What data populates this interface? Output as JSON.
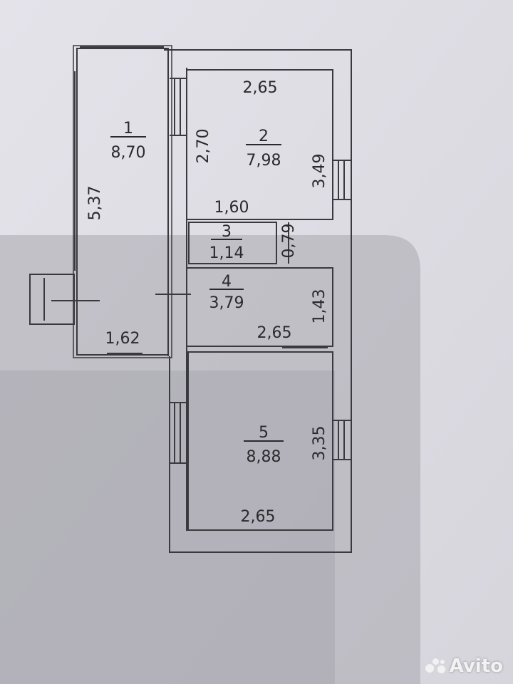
{
  "rooms": [
    {
      "number": "1",
      "area": "8,70"
    },
    {
      "number": "2",
      "area": "7,98"
    },
    {
      "number": "3",
      "area": "1,14"
    },
    {
      "number": "4",
      "area": "3,79"
    },
    {
      "number": "5",
      "area": "8,88"
    }
  ],
  "dimensions": {
    "room1_length": "5,37",
    "room1_width": "1,62",
    "room2_width": "2,65",
    "room2_left": "2,70",
    "room2_right": "3,49",
    "room3_width": "1,60",
    "room3_height": "0,79",
    "room4_height": "1,43",
    "room4_width": "2,65",
    "room5_height": "3,35",
    "room5_width": "2,65"
  },
  "watermark": {
    "text": "Avito"
  }
}
